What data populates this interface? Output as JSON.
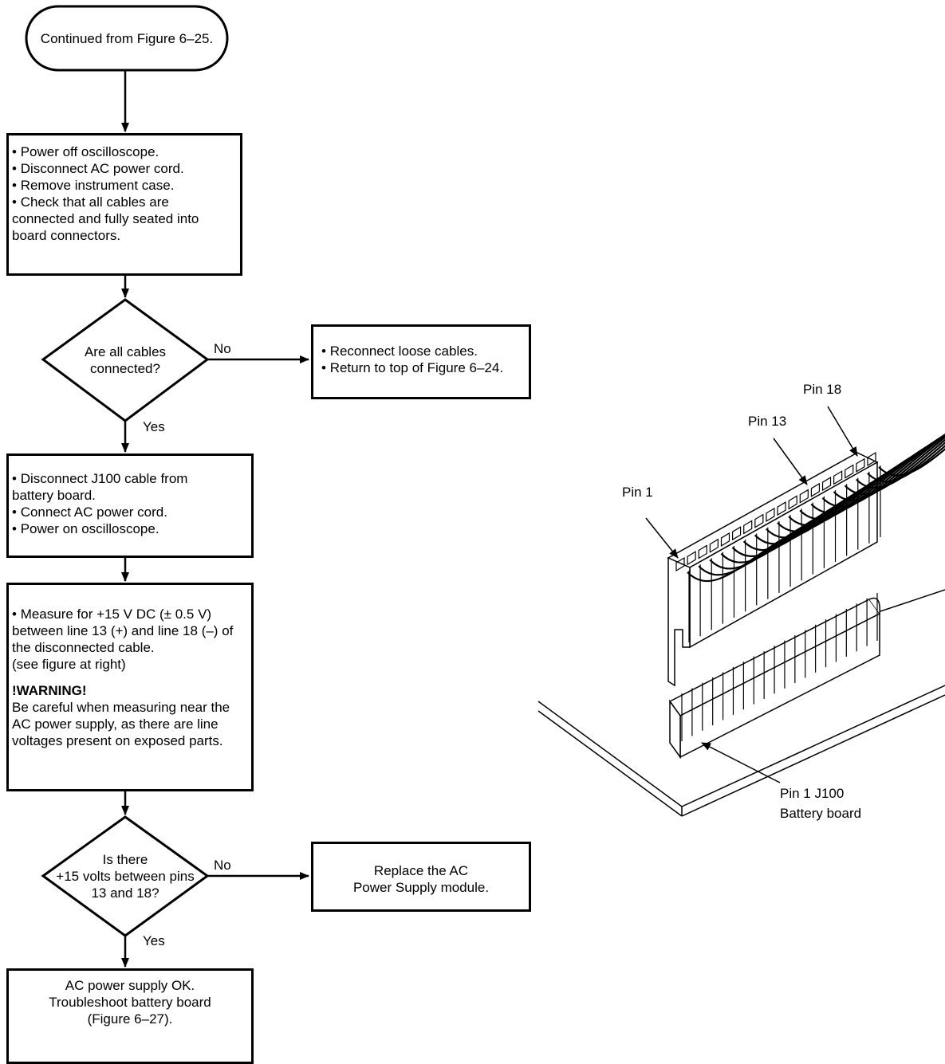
{
  "flowchart": {
    "start": "Continued from Figure 6–25.",
    "step1": {
      "items": [
        "Power off oscilloscope.",
        "Disconnect AC power cord.",
        "Remove instrument case.",
        "Check that all cables are"
      ],
      "continuation": [
        "connected and fully seated into",
        "board connectors."
      ]
    },
    "decision1": {
      "lines": [
        "Are all cables",
        "connected?"
      ],
      "no": "No",
      "yes": "Yes"
    },
    "no1": {
      "items": [
        "Reconnect loose cables.",
        "Return to top of Figure 6–24."
      ]
    },
    "step2": {
      "line1": "Disconnect J100 cable from",
      "line2": "battery board.",
      "item2": "Connect AC power cord.",
      "item3": "Power on oscilloscope."
    },
    "step3": {
      "lines": [
        "Measure for +15 V DC (± 0.5 V)",
        "between line 13 (+) and line 18 (–) of",
        "the disconnected cable.",
        "(see figure at right)"
      ],
      "warning_title": "!WARNING!",
      "warning_lines": [
        "Be careful when measuring near the",
        "AC power supply, as there are line",
        "voltages present on exposed parts."
      ]
    },
    "decision2": {
      "lines": [
        "Is there",
        "+15 volts between pins",
        "13 and 18?"
      ],
      "no": "No",
      "yes": "Yes"
    },
    "no2": {
      "lines": [
        "Replace the AC",
        "Power Supply module."
      ]
    },
    "end": {
      "lines": [
        "AC power supply OK.",
        "Troubleshoot battery board",
        "(Figure 6–27)."
      ]
    }
  },
  "illustration": {
    "pin1": "Pin 1",
    "pin13": "Pin 13",
    "pin18": "Pin 18",
    "j100_line1": "Pin 1 J100",
    "j100_line2": "Battery board"
  }
}
